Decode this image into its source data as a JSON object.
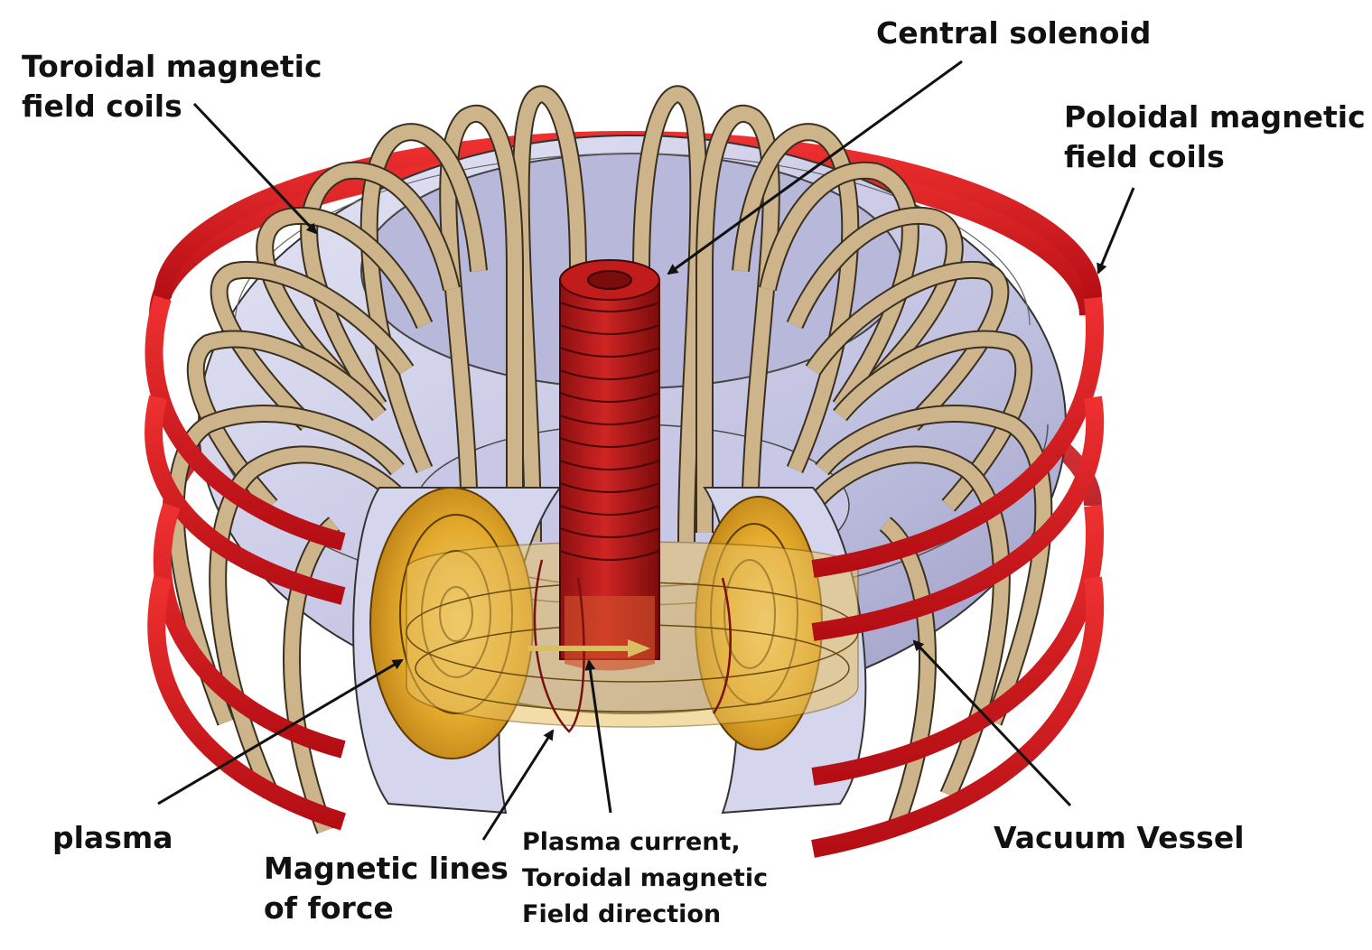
{
  "labels": {
    "toroidal_coils": [
      "Toroidal magnetic",
      "field coils"
    ],
    "central_solenoid": "Central solenoid",
    "poloidal_coils": [
      "Poloidal magnetic",
      "field coils"
    ],
    "plasma": "plasma",
    "magnetic_lines": [
      "Magnetic lines",
      "of force"
    ],
    "plasma_current": [
      "Plasma current,",
      "Toroidal magnetic",
      "Field direction"
    ],
    "vacuum_vessel": "Vacuum Vessel"
  },
  "colors": {
    "poloidal_coil_red": "#d8141c",
    "toroidal_coil_tan": "#cdb48a",
    "vessel_lavender": "#c9c9e6",
    "plasma_gold": "#e8b030",
    "solenoid_red": "#b01818",
    "text": "#111111"
  }
}
